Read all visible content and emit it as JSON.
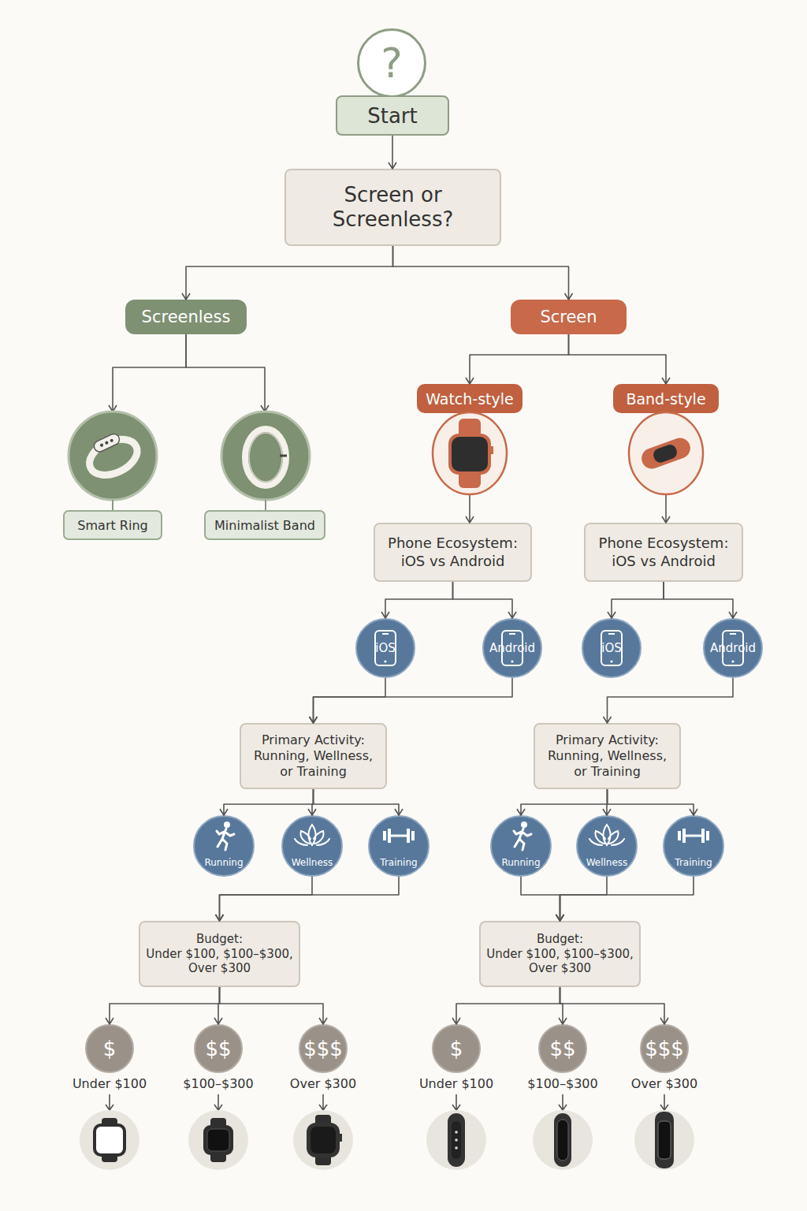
{
  "diagram": {
    "nodes": [
      {
        "text": [
          "?"
        ]
      },
      {
        "text": [
          "Start"
        ]
      },
      {
        "text": [
          "Screen or Screenless?"
        ]
      },
      {
        "text": [
          "Screenless"
        ]
      },
      {
        "text": [
          "Screen"
        ]
      },
      {
        "text": [
          "Watch-style"
        ]
      },
      {
        "text": [
          "Band-style"
        ]
      },
      {
        "text": [
          "Smart Ring"
        ]
      },
      {
        "text": [
          "Minimalist Band"
        ]
      },
      {
        "text": [
          "Phone Ecosystem:",
          "iOS vs Android"
        ]
      },
      {
        "text": [
          "Phone Ecosystem:",
          "iOS vs Android"
        ]
      },
      {
        "text": [
          "iOS"
        ]
      },
      {
        "text": [
          "Android"
        ]
      },
      {
        "text": [
          "iOS"
        ]
      },
      {
        "text": [
          "Android"
        ]
      },
      {
        "text": [
          "Primary Activity:",
          "Running, Wellness, or Training"
        ]
      },
      {
        "text": [
          "Primary Activity:",
          "Running, Wellness, or Training"
        ]
      },
      {
        "text": [
          "Running"
        ]
      },
      {
        "text": [
          "Wellness"
        ]
      },
      {
        "text": [
          "Training"
        ]
      },
      {
        "text": [
          "Running"
        ]
      },
      {
        "text": [
          "Wellness"
        ]
      },
      {
        "text": [
          "Training"
        ]
      },
      {
        "text": [
          "Budget:",
          "Under $100, $100–$300, Over $300"
        ]
      },
      {
        "text": [
          "Budget:",
          "Under $100, $100–$300, Over $300"
        ]
      },
      {
        "text": [
          "$",
          "Under $100"
        ]
      },
      {
        "text": [
          "$$",
          "$100–$300"
        ]
      },
      {
        "text": [
          "$$$",
          "Over $300"
        ]
      },
      {
        "text": [
          "$",
          "Under $100"
        ]
      },
      {
        "text": [
          "$$",
          "$100–$300"
        ]
      },
      {
        "text": [
          "$$$",
          "Over $300"
        ]
      }
    ],
    "edges": [
      {
        "from": 1,
        "to": 2,
        "arrow": "to"
      },
      {
        "from": 2,
        "to": 3,
        "arrow": "to"
      },
      {
        "from": 2,
        "to": 4,
        "arrow": "to"
      },
      {
        "from": 3,
        "to": 7,
        "arrow": "to"
      },
      {
        "from": 3,
        "to": 8,
        "arrow": "to"
      },
      {
        "from": 4,
        "to": 5,
        "arrow": "to"
      },
      {
        "from": 4,
        "to": 6,
        "arrow": "to"
      },
      {
        "from": 5,
        "to": 9,
        "arrow": "to"
      },
      {
        "from": 6,
        "to": 10,
        "arrow": "to"
      },
      {
        "from": 9,
        "to": 11,
        "arrow": "to"
      },
      {
        "from": 9,
        "to": 12,
        "arrow": "to"
      },
      {
        "from": 10,
        "to": 13,
        "arrow": "to"
      },
      {
        "from": 10,
        "to": 14,
        "arrow": "to"
      },
      {
        "from": 11,
        "to": 15,
        "arrow": "to"
      },
      {
        "from": 12,
        "to": 15,
        "arrow": "to"
      },
      {
        "from": 14,
        "to": 16,
        "arrow": "to"
      },
      {
        "from": 15,
        "to": 17,
        "arrow": "to"
      },
      {
        "from": 15,
        "to": 18,
        "arrow": "to"
      },
      {
        "from": 15,
        "to": 19,
        "arrow": "to"
      },
      {
        "from": 16,
        "to": 20,
        "arrow": "to"
      },
      {
        "from": 16,
        "to": 21,
        "arrow": "to"
      },
      {
        "from": 16,
        "to": 22,
        "arrow": "to"
      },
      {
        "from": 18,
        "to": 23,
        "arrow": "to"
      },
      {
        "from": 19,
        "to": 23,
        "arrow": "to"
      },
      {
        "from": 20,
        "to": 24,
        "arrow": "to"
      },
      {
        "from": 21,
        "to": 24,
        "arrow": "to"
      },
      {
        "from": 22,
        "to": 24,
        "arrow": "to"
      },
      {
        "from": 23,
        "to": 25,
        "arrow": "to"
      },
      {
        "from": 23,
        "to": 26,
        "arrow": "to"
      },
      {
        "from": 23,
        "to": 27,
        "arrow": "to"
      },
      {
        "from": 24,
        "to": 28,
        "arrow": "to"
      },
      {
        "from": 24,
        "to": 29,
        "arrow": "to"
      },
      {
        "from": 24,
        "to": 30,
        "arrow": "to"
      }
    ]
  }
}
